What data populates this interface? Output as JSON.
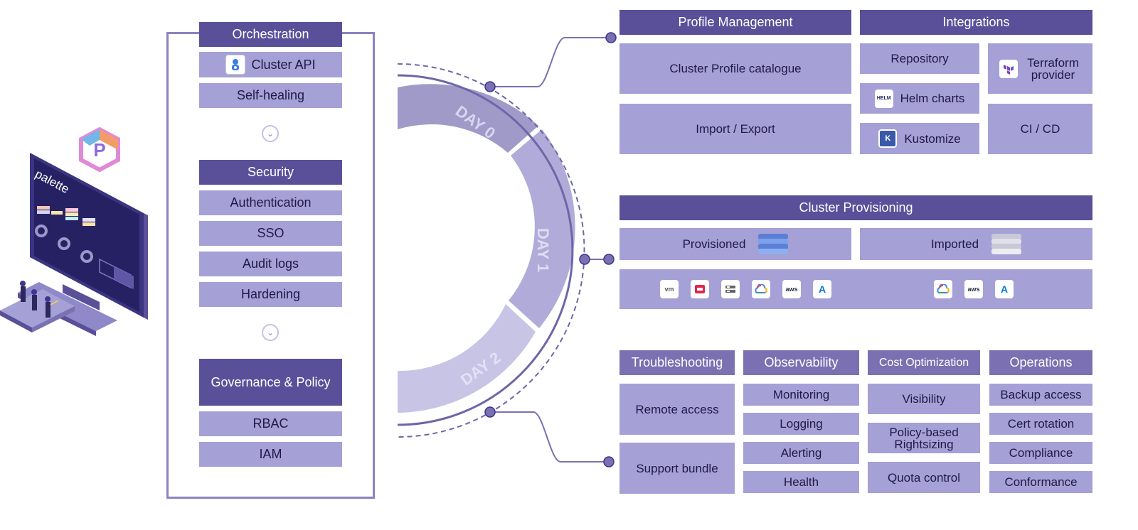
{
  "left": {
    "illustration": {
      "screen_label": "palette",
      "logo_icon": "palette-hexagon-logo"
    },
    "sections": [
      {
        "header": "Orchestration",
        "items": [
          "Cluster API",
          "Self-healing"
        ]
      },
      {
        "header": "Security",
        "items": [
          "Authentication",
          "SSO",
          "Audit logs",
          "Hardening"
        ]
      },
      {
        "header": "Governance & Policy",
        "items": [
          "RBAC",
          "IAM"
        ]
      }
    ]
  },
  "arc": {
    "labels": [
      "DAY 0",
      "DAY 1",
      "DAY 2"
    ]
  },
  "profile_management": {
    "header": "Profile Management",
    "items": [
      "Cluster Profile catalogue",
      "Import / Export"
    ]
  },
  "integrations": {
    "header": "Integrations",
    "items": [
      "Repository",
      "Helm charts",
      "Kustomize",
      "Terraform provider",
      "CI / CD"
    ],
    "icons": {
      "helm": "HELM",
      "kustomize": "K"
    }
  },
  "provisioning": {
    "header": "Cluster Provisioning",
    "provisioned": "Provisioned",
    "imported": "Imported",
    "provider_icons_left": [
      "vm",
      "openstack",
      "server",
      "google-cloud",
      "aws",
      "azure"
    ],
    "provider_icons_right": [
      "google-cloud",
      "aws",
      "azure"
    ],
    "badge_text": {
      "vm": "vm",
      "aws": "aws",
      "azure": "A"
    }
  },
  "day2": {
    "columns": [
      {
        "header": "Troubleshooting",
        "items": [
          "Remote access",
          "Support bundle"
        ]
      },
      {
        "header": "Observability",
        "items": [
          "Monitoring",
          "Logging",
          "Alerting",
          "Health"
        ]
      },
      {
        "header": "Cost Optimization",
        "items": [
          "Visibility",
          "Policy-based Rightsizing",
          "Quota control"
        ]
      },
      {
        "header": "Operations",
        "items": [
          "Backup access",
          "Cert rotation",
          "Compliance",
          "Conformance"
        ]
      }
    ]
  },
  "colors": {
    "header_dark": "#5a4f99",
    "header_mid": "#7b70b1",
    "cell": "#a5a0d6",
    "arc_day0": "#9f9ac8",
    "arc_day1": "#b0abd8",
    "arc_day2": "#c8c4e6"
  }
}
